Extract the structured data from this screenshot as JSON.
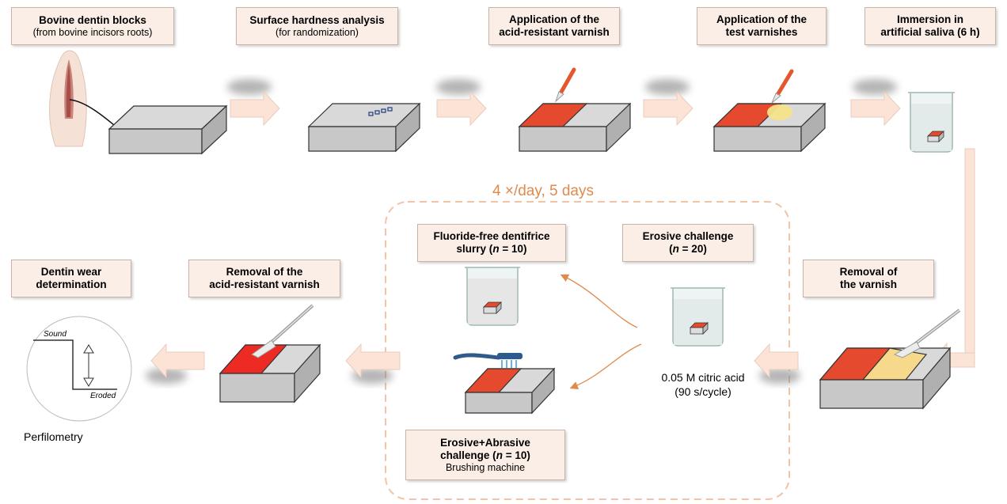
{
  "steps": {
    "s1": {
      "title": "Bovine dentin blocks",
      "sub": "(from bovine incisors roots)"
    },
    "s2": {
      "title": "Surface hardness analysis",
      "sub": "(for randomization)"
    },
    "s3": {
      "title1": "Application of the",
      "title2": "acid-resistant varnish"
    },
    "s4": {
      "title1": "Application of the",
      "title2": "test varnishes"
    },
    "s5": {
      "title1": "Immersion in",
      "title2": "artificial saliva (6 h)"
    },
    "s6": {
      "title1": "Removal of",
      "title2": "the varnish"
    },
    "s7": {
      "title": "Erosive challenge",
      "n_open": "(",
      "n": "n",
      "n_close": " = 20)"
    },
    "s8": {
      "title": "Fluoride-free dentifrice",
      "pre": "slurry (",
      "n": "n",
      "n_close": " = 10)"
    },
    "s9": {
      "title": "Erosive+Abrasive",
      "pre": "challenge (",
      "n": "n",
      "n_close": " = 10)",
      "sub": "Brushing machine"
    },
    "s10": {
      "title1": "Removal of the",
      "title2": "acid-resistant varnish"
    },
    "s11": {
      "title1": "Dentin wear",
      "title2": "determination"
    }
  },
  "cycle": "4 ×/day, 5 days",
  "acid": {
    "line1": "0.05 M citric acid",
    "line2": "(90 s/cycle)"
  },
  "profile": {
    "sound": "Sound",
    "eroded": "Eroded",
    "caption": "Perfilometry"
  },
  "colors": {
    "box_fill": "#fbeee6",
    "arrow_fill": "#fbe3d5",
    "dashed": "#f0c4a4",
    "cycle_orange": "#e08a4c",
    "varnish_red": "#e64a2e",
    "test_yellow": "#f7d98b",
    "block_top": "#d9d9d9",
    "block_front": "#c8c8c8"
  }
}
